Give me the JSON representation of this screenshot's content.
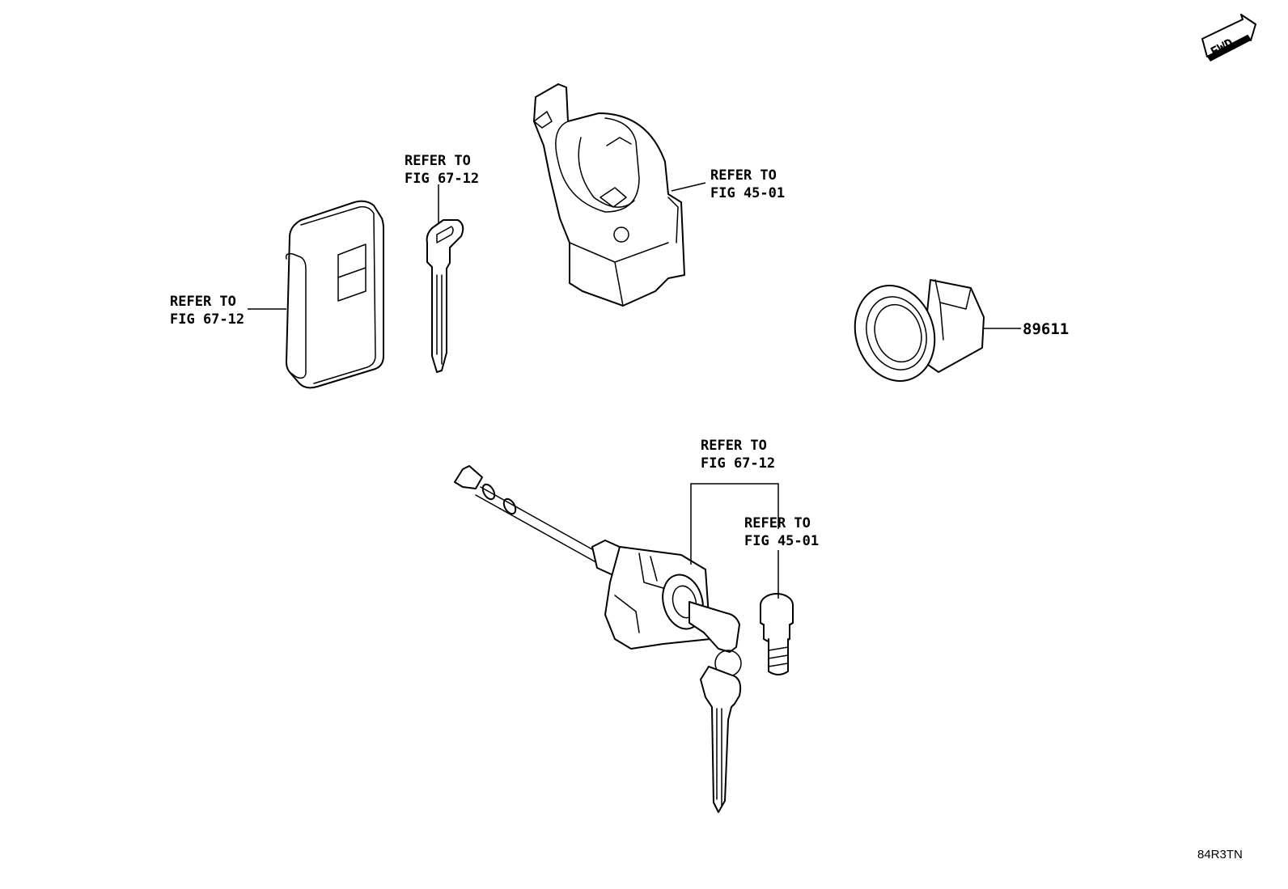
{
  "diagram": {
    "fwd_label": "FWD",
    "diagram_code": "84R3TN",
    "callouts": {
      "smart_key": [
        "REFER TO",
        "FIG 67-12"
      ],
      "blade_key": [
        "REFER TO",
        "FIG 67-12"
      ],
      "ignition_housing": [
        "REFER TO",
        "FIG 45-01"
      ],
      "push_switch_part_no": "89611",
      "door_lock_cylinder": [
        "REFER TO",
        "FIG 67-12"
      ],
      "door_lock_screw": [
        "REFER TO",
        "FIG 45-01"
      ]
    }
  }
}
